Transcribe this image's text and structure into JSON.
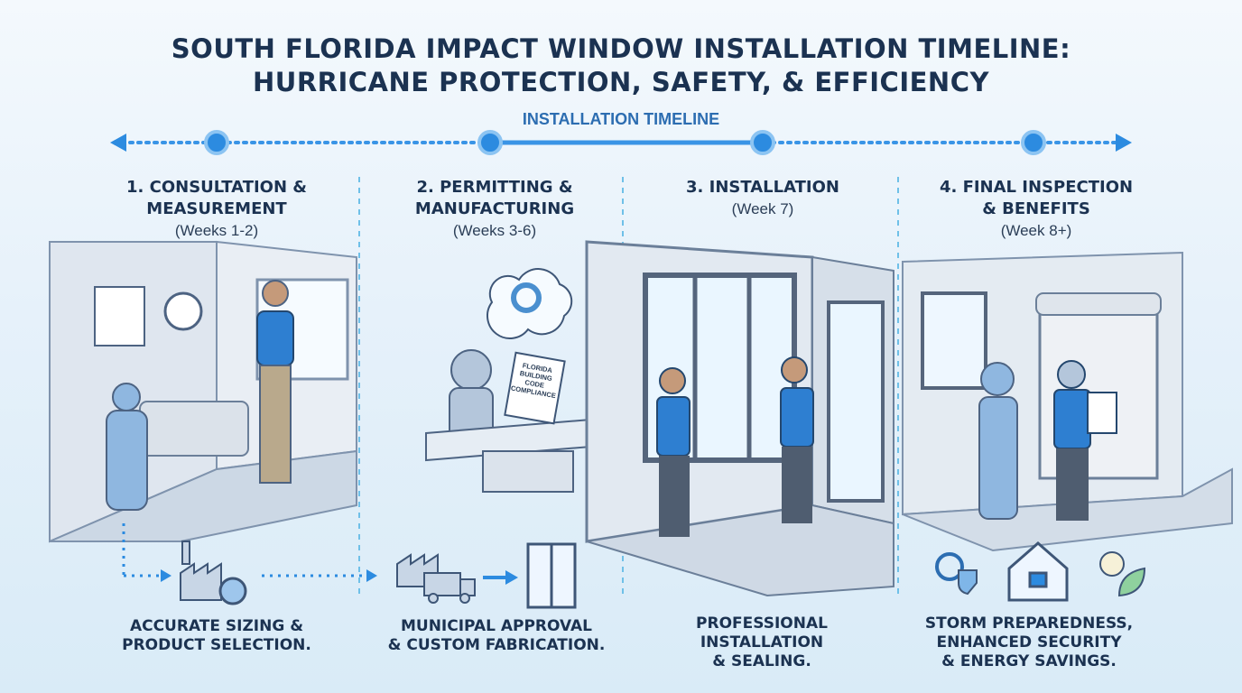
{
  "title": {
    "line1": "SOUTH FLORIDA IMPACT WINDOW INSTALLATION TIMELINE:",
    "line2": "HURRICANE PROTECTION, SAFETY, & EFFICIENCY"
  },
  "timeline_label": "INSTALLATION TIMELINE",
  "colors": {
    "navy": "#1b3251",
    "accent": "#2c8be0",
    "panel": "#dfe8f2"
  },
  "steps": [
    {
      "heading1": "1. CONSULTATION &",
      "heading2": "MEASUREMENT",
      "weeks": "(Weeks 1-2)",
      "caption1": "ACCURATE SIZING &",
      "caption2": "PRODUCT SELECTION.",
      "icons": [
        "factory-icon",
        "gear-icon"
      ]
    },
    {
      "heading1": "2. PERMITTING &",
      "heading2": "MANUFACTURING",
      "weeks": "(Weeks 3-6)",
      "caption1": "MUNICIPAL APPROVAL",
      "caption2": "& CUSTOM FABRICATION.",
      "icons": [
        "factory-truck-icon",
        "window-icon"
      ],
      "document_text": "FLORIDA BUILDING CODE COMPLIANCE"
    },
    {
      "heading1": "3. INSTALLATION",
      "heading2": "",
      "weeks": "(Week 7)",
      "caption1": "PROFESSIONAL",
      "caption2": "INSTALLATION",
      "caption3": "& SEALING."
    },
    {
      "heading1": "4. FINAL INSPECTION",
      "heading2": "& BENEFITS",
      "weeks": "(Week 8+)",
      "caption1": "STORM PREPAREDNESS,",
      "caption2": "ENHANCED SECURITY",
      "caption3": "& ENERGY SAVINGS.",
      "icons": [
        "hurricane-shield-icon",
        "house-lock-icon",
        "sun-leaf-icon"
      ]
    }
  ]
}
